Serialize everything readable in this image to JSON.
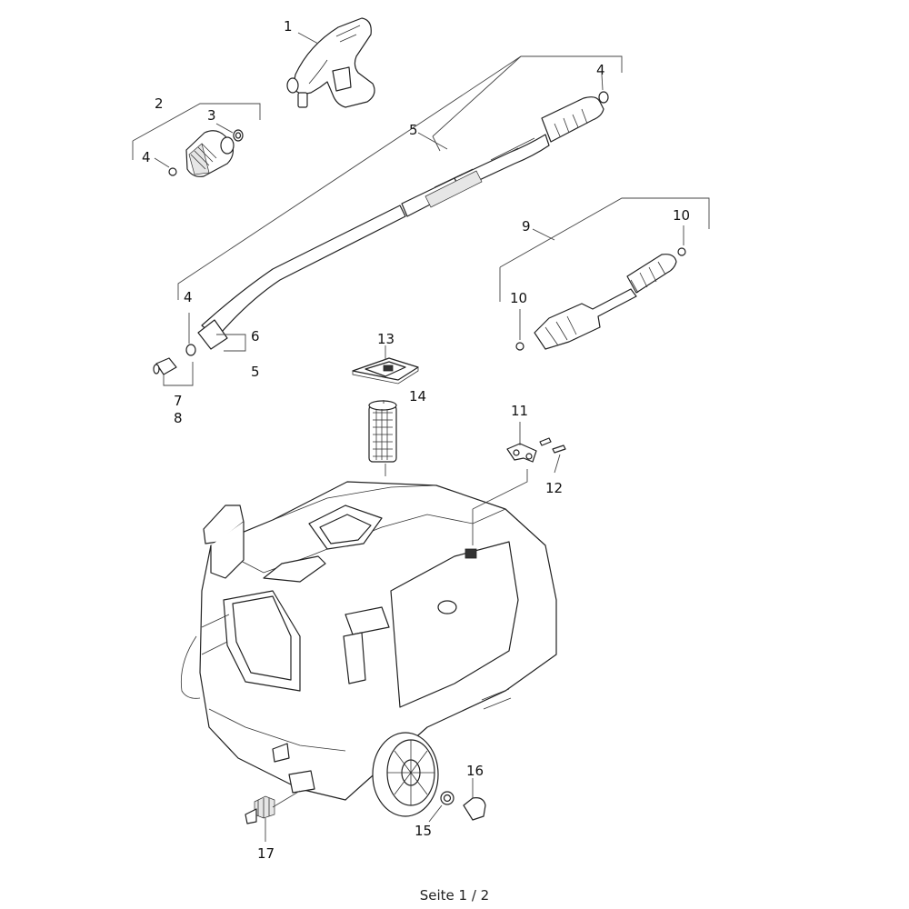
{
  "callouts": {
    "c1": "1",
    "c2": "2",
    "c3": "3",
    "c4a": "4",
    "c4b": "4",
    "c4c": "4",
    "c5a": "5",
    "c5b": "5",
    "c6": "6",
    "c7": "7",
    "c8": "8",
    "c9": "9",
    "c10a": "10",
    "c10b": "10",
    "c11": "11",
    "c12": "12",
    "c13": "13",
    "c14": "14",
    "c15": "15",
    "c16": "16",
    "c17": "17"
  },
  "footer": {
    "page_label": "Seite 1 / 2"
  }
}
